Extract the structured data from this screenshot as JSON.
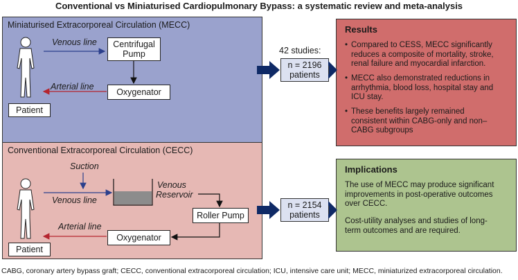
{
  "title": "Conventional vs Miniaturised Cardiopulmonary Bypass: a systematic review and meta-analysis",
  "mecc": {
    "title": "Miniaturised Extracorporeal Circulation (MECC)",
    "venous_line": "Venous line",
    "centrifugal_pump": [
      "Centrifugal",
      "Pump"
    ],
    "oxygenator": "Oxygenator",
    "arterial_line": "Arterial line",
    "patient": "Patient"
  },
  "cecc": {
    "title": "Conventional Extracorporeal Circulation (CECC)",
    "suction": "Suction",
    "venous_line": "Venous line",
    "venous_reservoir": [
      "Venous",
      "Reservoir"
    ],
    "roller_pump": "Roller Pump",
    "oxygenator": "Oxygenator",
    "arterial_line": "Arterial line",
    "patient": "Patient"
  },
  "studies": {
    "label": "42 studies:",
    "mecc_n": [
      "n = 2196",
      "patients"
    ],
    "cecc_n": [
      "n = 2154",
      "patients"
    ]
  },
  "results": {
    "heading": "Results",
    "bullets": [
      [
        "Compared to CESS, MECC significantly",
        "reduces a composite of mortality, stroke,",
        "renal failure and myocardial infarction."
      ],
      [
        "MECC also demonstrated reductions in",
        "arrhythmia, blood loss, hospital stay and",
        "ICU stay."
      ],
      [
        "These benefits largely remained",
        "consistent within CABG-only and non–",
        "CABG subgroups"
      ]
    ]
  },
  "implications": {
    "heading": "Implications",
    "paragraphs": [
      [
        "The use of MECC may produce significant",
        "improvements in post-operative outcomes",
        "over CECC."
      ],
      [
        "Cost-utility analyses and studies of long-",
        "term outcomes and are required."
      ]
    ]
  },
  "footnote": "CABG, coronary artery bypass graft; CECC, conventional extracorporeal circulation; ICU, intensive care unit; MECC, miniaturized extracorporeal circulation.",
  "colors": {
    "mecc_panel": "#9aa2cd",
    "cecc_panel": "#e6b8b4",
    "results_panel": "#d06d6c",
    "implications_panel": "#adc48f",
    "venous_arrow": "#2b3f8c",
    "arterial_arrow": "#b5252f",
    "big_arrow": "#0f2a66"
  }
}
